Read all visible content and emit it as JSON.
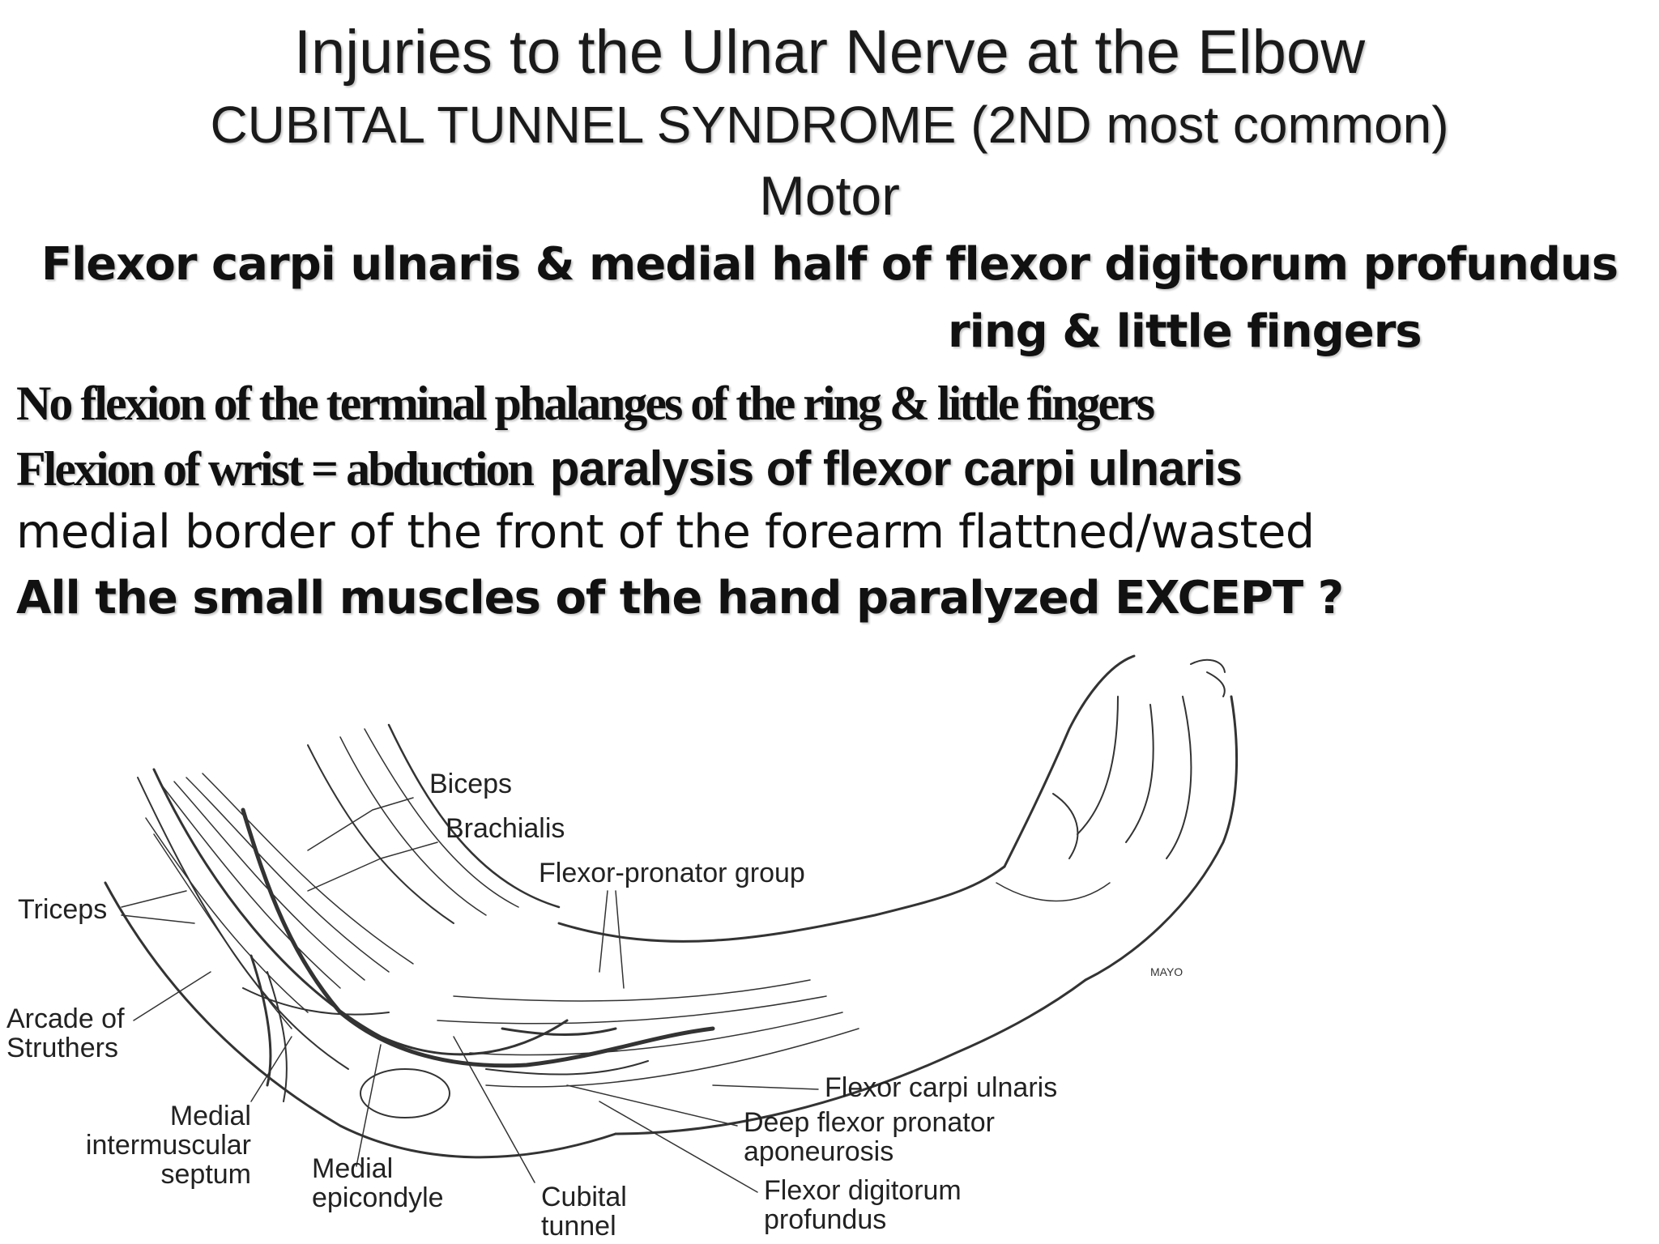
{
  "slide": {
    "title": "Injuries to the Ulnar Nerve at the Elbow",
    "subtitle": "CUBITAL TUNNEL SYNDROME (2ND most common)",
    "motor_heading": "Motor",
    "muscles_line": "Flexor carpi ulnaris & medial half of flexor digitorum profundus",
    "fingers_line": "ring & little fingers",
    "no_flexion_line": "No flexion of the terminal phalanges of the ring & little fingers",
    "wrist_line_part1": "Flexion of wrist = abduction",
    "wrist_line_part2": "paralysis of flexor carpi ulnaris",
    "medial_border_line": "medial border of the front of the forearm flattned/wasted",
    "small_muscles_line": "All the small muscles of the hand paralyzed EXCEPT ?"
  },
  "figure": {
    "labels": {
      "biceps": "Biceps",
      "brachialis": "Brachialis",
      "flexor_pronator_group": "Flexor-pronator group",
      "triceps": "Triceps",
      "arcade_of_struthers": "Arcade of\nStruthers",
      "medial_intermuscular_septum": "Medial\nintermuscular\nseptum",
      "medial_epicondyle": "Medial\nepicondyle",
      "cubital_tunnel": "Cubital\ntunnel",
      "flexor_carpi_ulnaris": "Flexor carpi ulnaris",
      "deep_flexor_pronator_aponeurosis": "Deep flexor pronator\naponeurosis",
      "flexor_digitorum_profundus": "Flexor digitorum\nprofundus"
    },
    "signature": "MAYO"
  }
}
